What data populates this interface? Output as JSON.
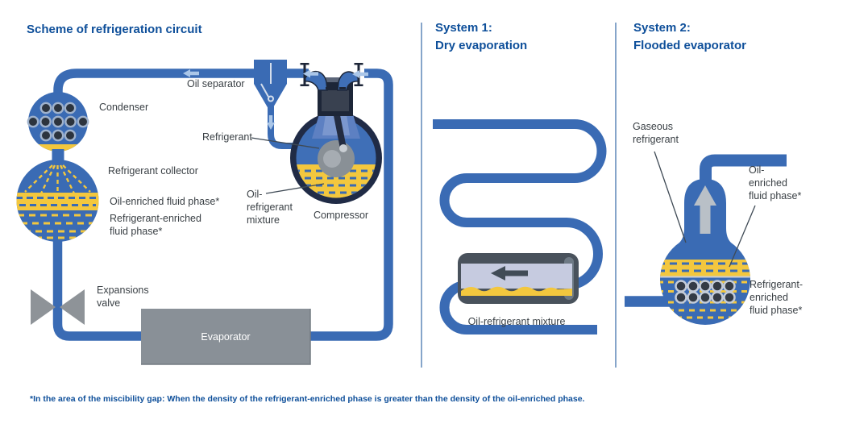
{
  "colors": {
    "title_blue": "#0e4f9a",
    "pipe_blue": "#3a6bb4",
    "accent_yellow": "#f3c73e",
    "label_gray": "#3a4045",
    "evaporator_gray": "#899097",
    "light_blue_arrow": "#aac6e8",
    "cutaway_wall": "#49525c",
    "cutaway_gas": "#c6cbe0"
  },
  "left_panel": {
    "title": "Scheme of refrigeration circuit",
    "labels": {
      "oil_separator": "Oil separator",
      "condenser": "Condenser",
      "refrigerant": "Refrigerant",
      "refrigerant_collector": "Refrigerant collector",
      "oil_enriched_phase": "Oil-enriched fluid phase*",
      "refrigerant_enriched_phase": "Refrigerant-enriched\nfluid phase*",
      "oil_refrigerant_mixture": "Oil-\nrefrigerant\nmixture",
      "compressor": "Compressor",
      "expansion_valve": "Expansions\nvalve",
      "evaporator": "Evaporator"
    }
  },
  "middle_panel": {
    "title": "System 1:\nDry evaporation",
    "labels": {
      "oil_refrigerant_mixture": "Oil-refrigerant mixture"
    }
  },
  "right_panel": {
    "title": "System 2:\nFlooded evaporator",
    "labels": {
      "gaseous_refrigerant": "Gaseous\nrefrigerant",
      "oil_enriched_phase": "Oil-\nenriched\nfluid phase*",
      "refrigerant_enriched_phase": "Refrigerant-\nenriched\nfluid phase*"
    }
  },
  "footnote": "*In the area of the miscibility gap: When the density of the refrigerant-enriched phase is greater than the density of the oil-enriched phase."
}
